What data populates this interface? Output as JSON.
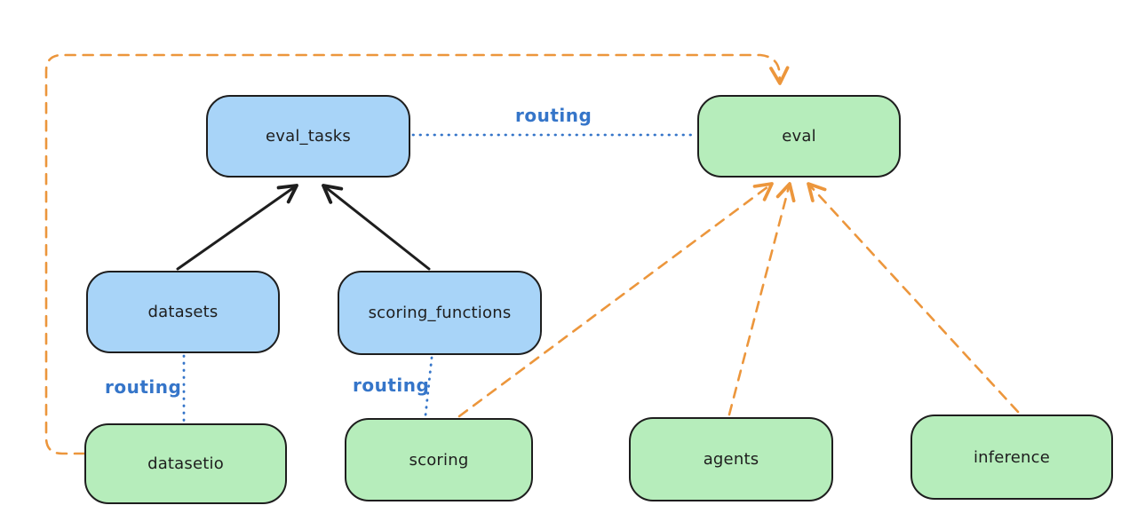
{
  "colors": {
    "background": "#ffffff",
    "stroke": "#1e1e1e",
    "blue_fill": "#a8d4f8",
    "green_fill": "#b6edbb",
    "orange": "#ec963c",
    "routing_blue": "#3575c9"
  },
  "nodes": [
    {
      "id": "eval_tasks",
      "label": "eval_tasks",
      "color": "blue"
    },
    {
      "id": "eval",
      "label": "eval",
      "color": "green"
    },
    {
      "id": "datasets",
      "label": "datasets",
      "color": "blue"
    },
    {
      "id": "scoring_functions",
      "label": "scoring_functions",
      "color": "blue"
    },
    {
      "id": "datasetio",
      "label": "datasetio",
      "color": "green"
    },
    {
      "id": "scoring",
      "label": "scoring",
      "color": "green"
    },
    {
      "id": "agents",
      "label": "agents",
      "color": "green"
    },
    {
      "id": "inference",
      "label": "inference",
      "color": "green"
    }
  ],
  "routing_labels": [
    "routing",
    "routing",
    "routing"
  ],
  "edges": [
    {
      "from": "datasets",
      "to": "eval_tasks",
      "style": "solid-arrow",
      "color": "black"
    },
    {
      "from": "scoring_functions",
      "to": "eval_tasks",
      "style": "solid-arrow",
      "color": "black"
    },
    {
      "from": "eval_tasks",
      "to": "eval",
      "style": "dotted-line",
      "color": "blue",
      "label": "routing"
    },
    {
      "from": "datasets",
      "to": "datasetio",
      "style": "dotted-line",
      "color": "blue",
      "label": "routing"
    },
    {
      "from": "scoring_functions",
      "to": "scoring",
      "style": "dotted-line",
      "color": "blue",
      "label": "routing"
    },
    {
      "from": "datasetio",
      "to": "eval",
      "style": "dashed-arrow",
      "color": "orange"
    },
    {
      "from": "scoring",
      "to": "eval",
      "style": "dashed-arrow",
      "color": "orange"
    },
    {
      "from": "agents",
      "to": "eval",
      "style": "dashed-arrow",
      "color": "orange"
    },
    {
      "from": "inference",
      "to": "eval",
      "style": "dashed-arrow",
      "color": "orange"
    }
  ]
}
